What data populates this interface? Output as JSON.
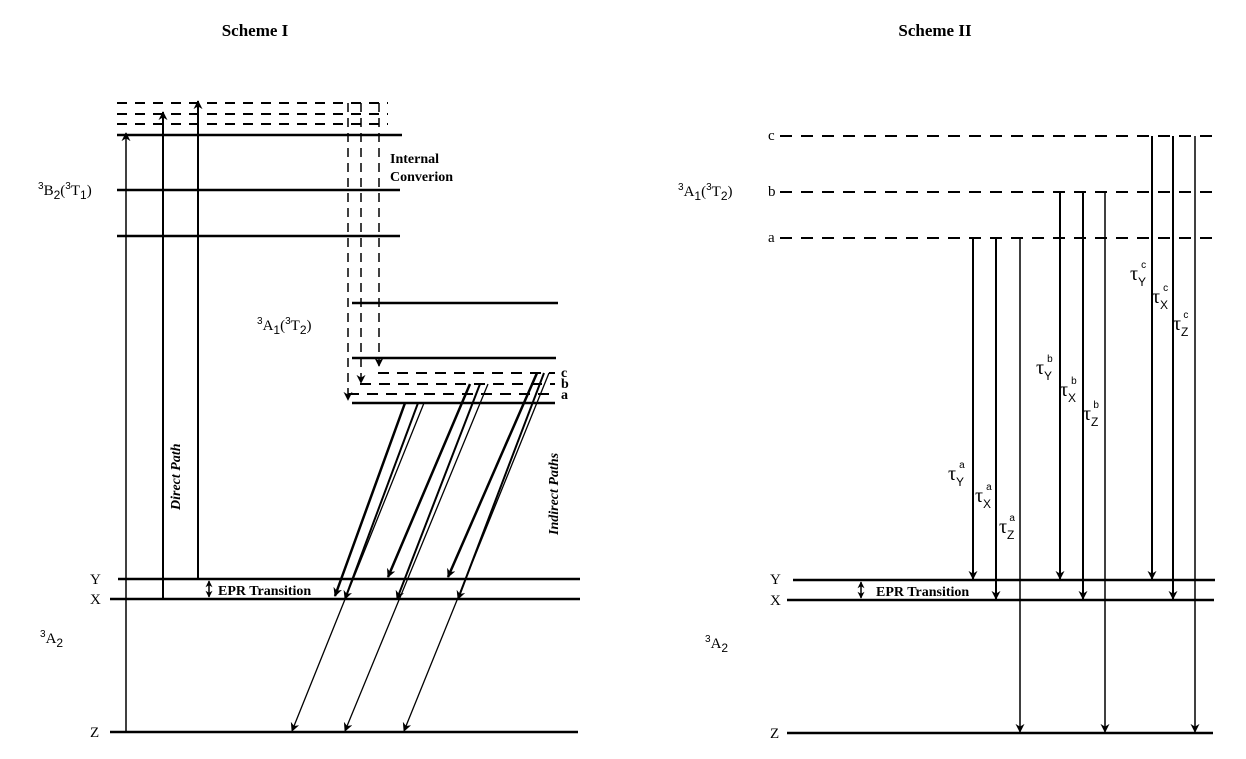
{
  "scheme1": {
    "title": "Scheme I",
    "state_labels": {
      "b2": {
        "sup1": "3",
        "main": "B",
        "sub1": "2",
        "open": "(",
        "sup2": "3",
        "main2": "T",
        "sub2": "1",
        "close": ")"
      },
      "a1": {
        "sup1": "3",
        "main": "A",
        "sub1": "1",
        "open": "(",
        "sup2": "3",
        "main2": "T",
        "sub2": "2",
        "close": ")"
      },
      "a2": {
        "sup1": "3",
        "main": "A",
        "sub1": "2"
      }
    },
    "sublevels": [
      "Y",
      "X",
      "Z"
    ],
    "a1_sublevels": [
      "c",
      "b",
      "a"
    ],
    "annotations": {
      "internal_conversion_line1": "Internal",
      "internal_conversion_line2": "Converion",
      "direct_path": "Direct Path",
      "indirect_paths": "Indirect Paths",
      "epr_transition": "EPR Transition"
    }
  },
  "scheme2": {
    "title": "Scheme II",
    "state_labels": {
      "a1": {
        "sup1": "3",
        "main": "A",
        "sub1": "1",
        "open": "(",
        "sup2": "3",
        "main2": "T",
        "sub2": "2",
        "close": ")"
      },
      "a2": {
        "sup1": "3",
        "main": "A",
        "sub1": "2"
      }
    },
    "levels": [
      "c",
      "b",
      "a"
    ],
    "sublevels": [
      "Y",
      "X",
      "Z"
    ],
    "epr_transition": "EPR Transition",
    "rate_labels": [
      {
        "sym": "τ",
        "sub": "Y",
        "sup": "a"
      },
      {
        "sym": "τ",
        "sub": "X",
        "sup": "a"
      },
      {
        "sym": "τ",
        "sub": "Z",
        "sup": "a"
      },
      {
        "sym": "τ",
        "sub": "Y",
        "sup": "b"
      },
      {
        "sym": "τ",
        "sub": "X",
        "sup": "b"
      },
      {
        "sym": "τ",
        "sub": "Z",
        "sup": "b"
      },
      {
        "sym": "τ",
        "sub": "Y",
        "sup": "c"
      },
      {
        "sym": "τ",
        "sub": "X",
        "sup": "c"
      },
      {
        "sym": "τ",
        "sub": "Z",
        "sup": "c"
      }
    ]
  }
}
